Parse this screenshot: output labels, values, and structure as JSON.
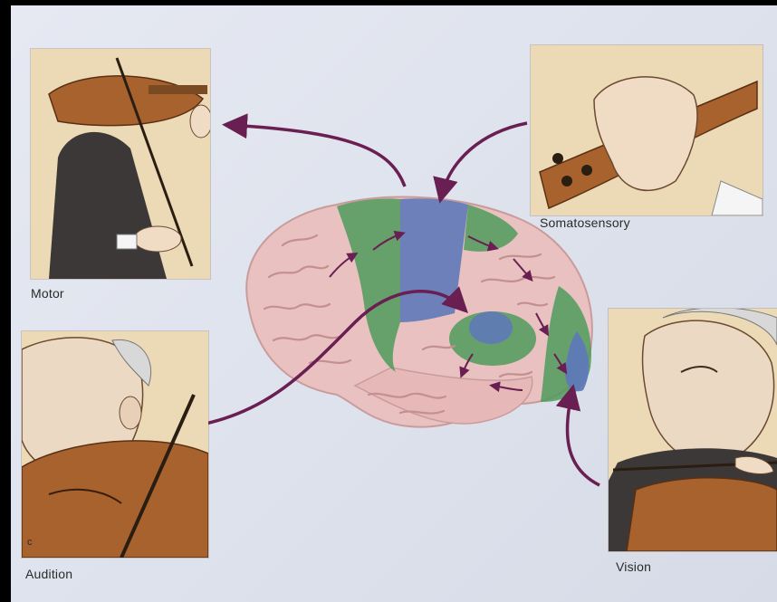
{
  "labels": {
    "motor": "Motor",
    "somatosensory": "Somatosensory",
    "audition": "Audition",
    "vision": "Vision"
  },
  "panel_letter": "c",
  "colors": {
    "cortex": "#e9c1c0",
    "motor_region": "#4f9a5a",
    "sensory_region": "#5f79b8",
    "arrow": "#6a1f52",
    "illustration": "#d9b98f"
  }
}
